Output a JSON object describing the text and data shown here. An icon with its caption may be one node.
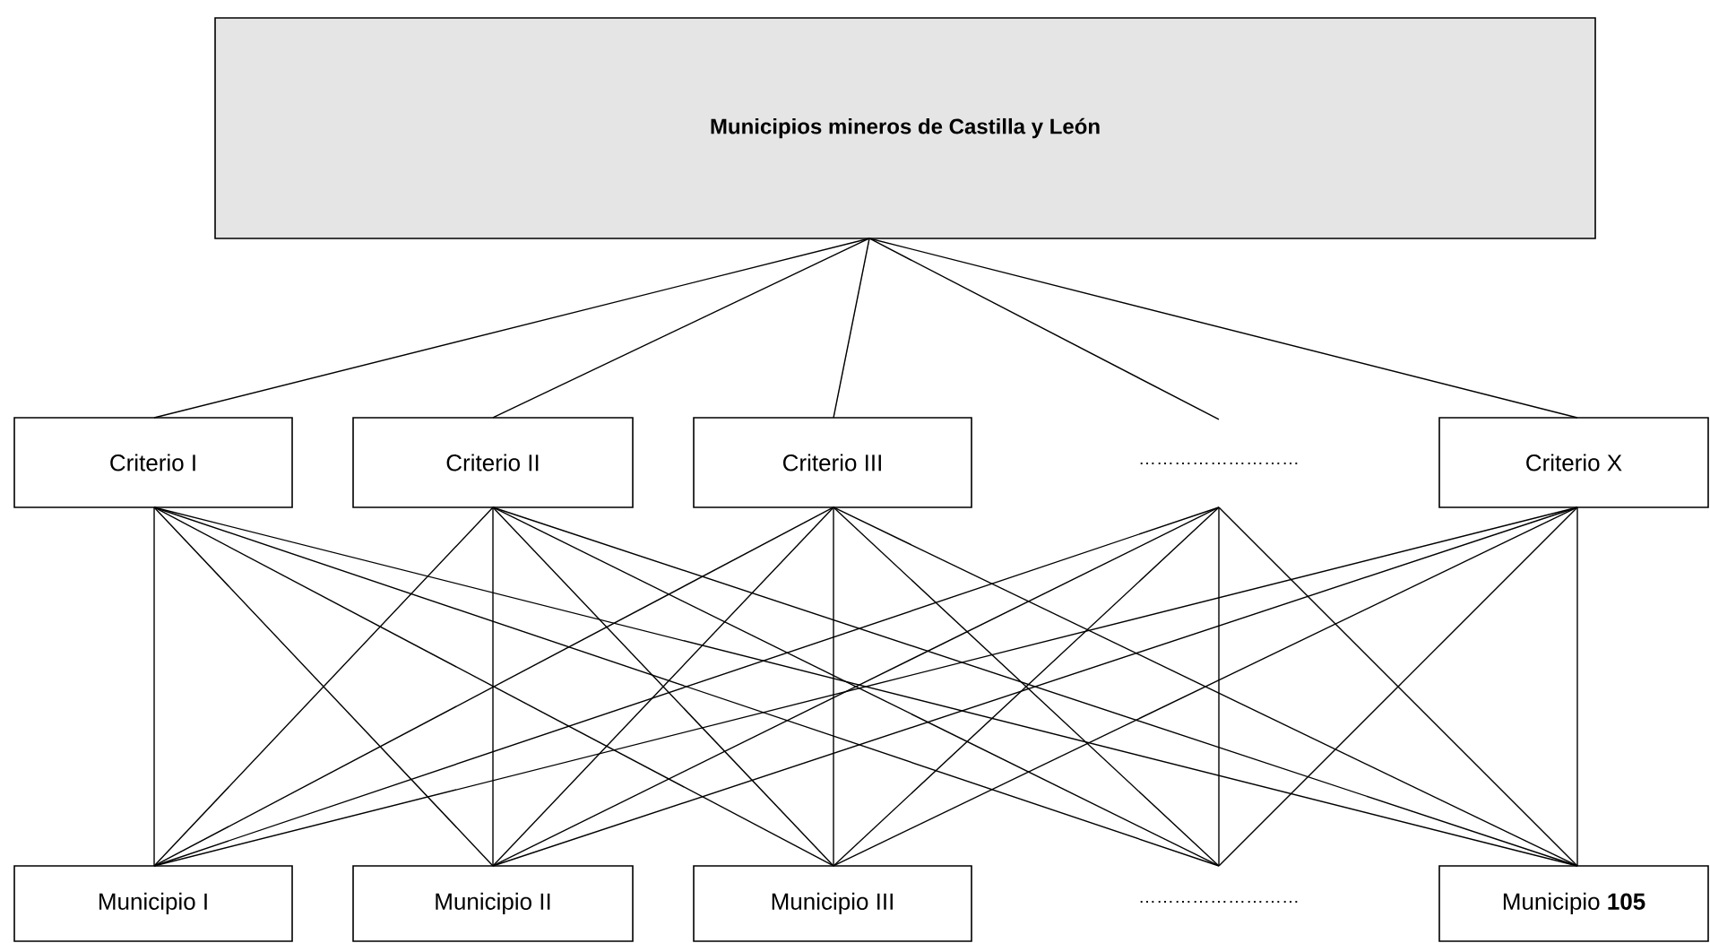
{
  "diagram": {
    "nodes": [
      {
        "text": [
          "Municipios mineros de Castilla y León"
        ]
      },
      {
        "text": [
          "Criterio I"
        ]
      },
      {
        "text": [
          "Criterio II"
        ]
      },
      {
        "text": [
          "Criterio III"
        ]
      },
      {
        "text": [
          "………………………"
        ]
      },
      {
        "text": [
          "Criterio X"
        ]
      },
      {
        "text": [
          "Municipio I"
        ]
      },
      {
        "text": [
          "Municipio II"
        ]
      },
      {
        "text": [
          "Municipio III"
        ]
      },
      {
        "text": [
          "………………………"
        ]
      },
      {
        "text": [
          "Municipio **105**"
        ]
      }
    ],
    "edges": [
      {
        "from": 0,
        "to": 1,
        "arrow": "none"
      },
      {
        "from": 0,
        "to": 2,
        "arrow": "none"
      },
      {
        "from": 0,
        "to": 3,
        "arrow": "none"
      },
      {
        "from": 0,
        "to": 4,
        "arrow": "none"
      },
      {
        "from": 0,
        "to": 5,
        "arrow": "none"
      },
      {
        "from": 1,
        "to": 6,
        "arrow": "none"
      },
      {
        "from": 1,
        "to": 7,
        "arrow": "none"
      },
      {
        "from": 1,
        "to": 8,
        "arrow": "none"
      },
      {
        "from": 1,
        "to": 9,
        "arrow": "none"
      },
      {
        "from": 1,
        "to": 10,
        "arrow": "none"
      },
      {
        "from": 2,
        "to": 6,
        "arrow": "none"
      },
      {
        "from": 2,
        "to": 7,
        "arrow": "none"
      },
      {
        "from": 2,
        "to": 8,
        "arrow": "none"
      },
      {
        "from": 2,
        "to": 9,
        "arrow": "none"
      },
      {
        "from": 2,
        "to": 10,
        "arrow": "none"
      },
      {
        "from": 3,
        "to": 6,
        "arrow": "none"
      },
      {
        "from": 3,
        "to": 7,
        "arrow": "none"
      },
      {
        "from": 3,
        "to": 8,
        "arrow": "none"
      },
      {
        "from": 3,
        "to": 9,
        "arrow": "none"
      },
      {
        "from": 3,
        "to": 10,
        "arrow": "none"
      },
      {
        "from": 4,
        "to": 6,
        "arrow": "none"
      },
      {
        "from": 4,
        "to": 7,
        "arrow": "none"
      },
      {
        "from": 4,
        "to": 8,
        "arrow": "none"
      },
      {
        "from": 4,
        "to": 9,
        "arrow": "none"
      },
      {
        "from": 4,
        "to": 10,
        "arrow": "none"
      },
      {
        "from": 5,
        "to": 6,
        "arrow": "none"
      },
      {
        "from": 5,
        "to": 7,
        "arrow": "none"
      },
      {
        "from": 5,
        "to": 8,
        "arrow": "none"
      },
      {
        "from": 5,
        "to": 9,
        "arrow": "none"
      },
      {
        "from": 5,
        "to": 10,
        "arrow": "none"
      }
    ]
  }
}
